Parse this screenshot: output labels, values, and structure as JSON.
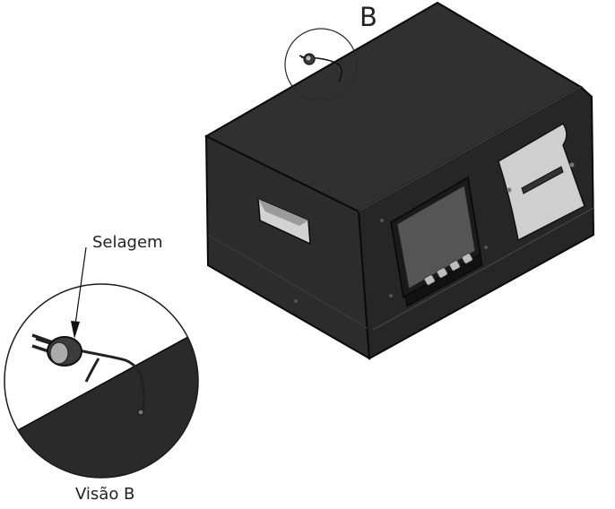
{
  "labels": {
    "detail_marker": "B",
    "seal_callout": "Selagem",
    "detail_view_caption": "Visão B"
  },
  "colors": {
    "housing_front": "#262626",
    "housing_side": "#2e2e2e",
    "housing_top": "#303030",
    "outline": "#0a0a0a",
    "display_glass": "#555555",
    "printer_panel": "#cfcfcf",
    "background": "#ffffff"
  }
}
